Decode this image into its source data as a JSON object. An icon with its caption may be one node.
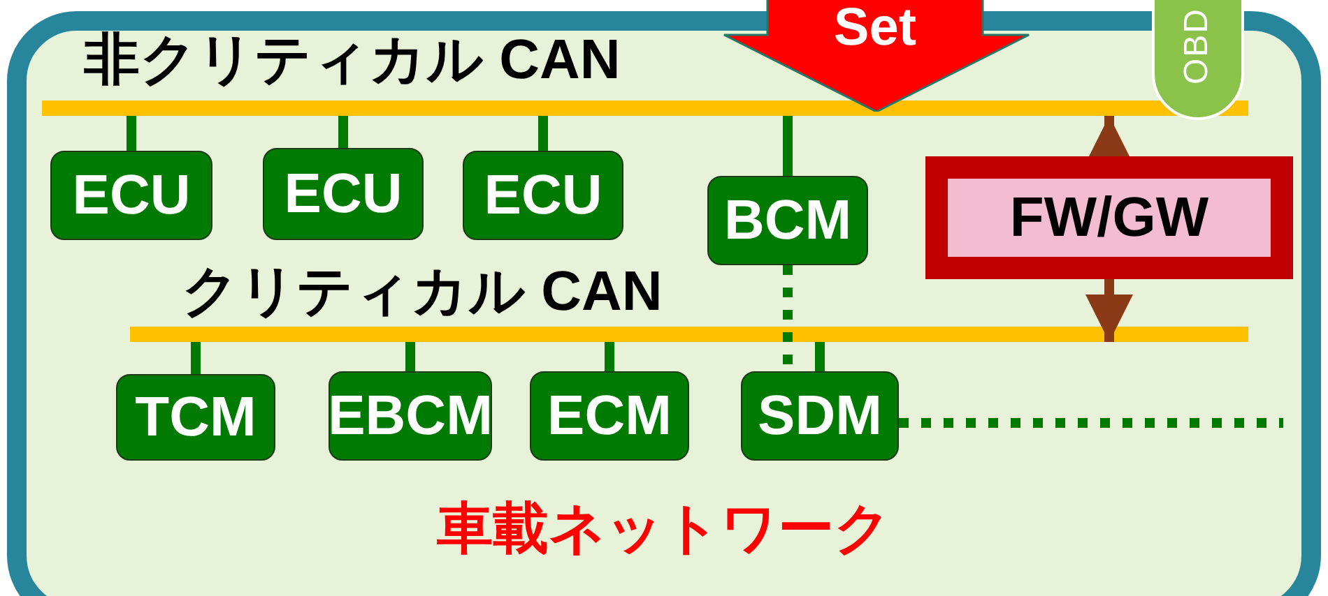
{
  "diagram": {
    "nodes": [
      {
        "text": [
          "車載ネットワーク"
        ]
      },
      {
        "text": [
          "非クリティカル CAN"
        ],
        "in": 0
      },
      {
        "text": [
          "ECU"
        ],
        "in": 0
      },
      {
        "text": [
          "ECU"
        ],
        "in": 0
      },
      {
        "text": [
          "ECU"
        ],
        "in": 0
      },
      {
        "text": [
          "BCM"
        ],
        "in": 0
      },
      {
        "text": [
          "FW/GW"
        ],
        "in": 0
      },
      {
        "text": [
          "クリティカル CAN"
        ],
        "in": 0
      },
      {
        "text": [
          "TCM"
        ],
        "in": 0
      },
      {
        "text": [
          "EBCM"
        ],
        "in": 0
      },
      {
        "text": [
          "ECM"
        ],
        "in": 0
      },
      {
        "text": [
          "SDM"
        ],
        "in": 0
      },
      {
        "text": [
          "Set"
        ]
      },
      {
        "text": [
          "OBD"
        ]
      }
    ],
    "edges": [
      {
        "from": 2,
        "to": 1,
        "arrow": "none"
      },
      {
        "from": 3,
        "to": 1,
        "arrow": "none"
      },
      {
        "from": 4,
        "to": 1,
        "arrow": "none"
      },
      {
        "from": 5,
        "to": 1,
        "arrow": "none"
      },
      {
        "from": 6,
        "to": 1,
        "arrow": "to",
        "color": "#8b3a17"
      },
      {
        "from": 5,
        "to": 11,
        "arrow": "none",
        "style": "dashed"
      },
      {
        "from": 6,
        "to": 7,
        "arrow": "to",
        "color": "#8b3a17"
      },
      {
        "from": 8,
        "to": 7,
        "arrow": "none"
      },
      {
        "from": 9,
        "to": 7,
        "arrow": "none"
      },
      {
        "from": 10,
        "to": 7,
        "arrow": "none"
      },
      {
        "from": 11,
        "to": 7,
        "arrow": "none"
      },
      {
        "from": 11,
        "to": null,
        "arrow": "none",
        "style": "dashed"
      }
    ]
  }
}
